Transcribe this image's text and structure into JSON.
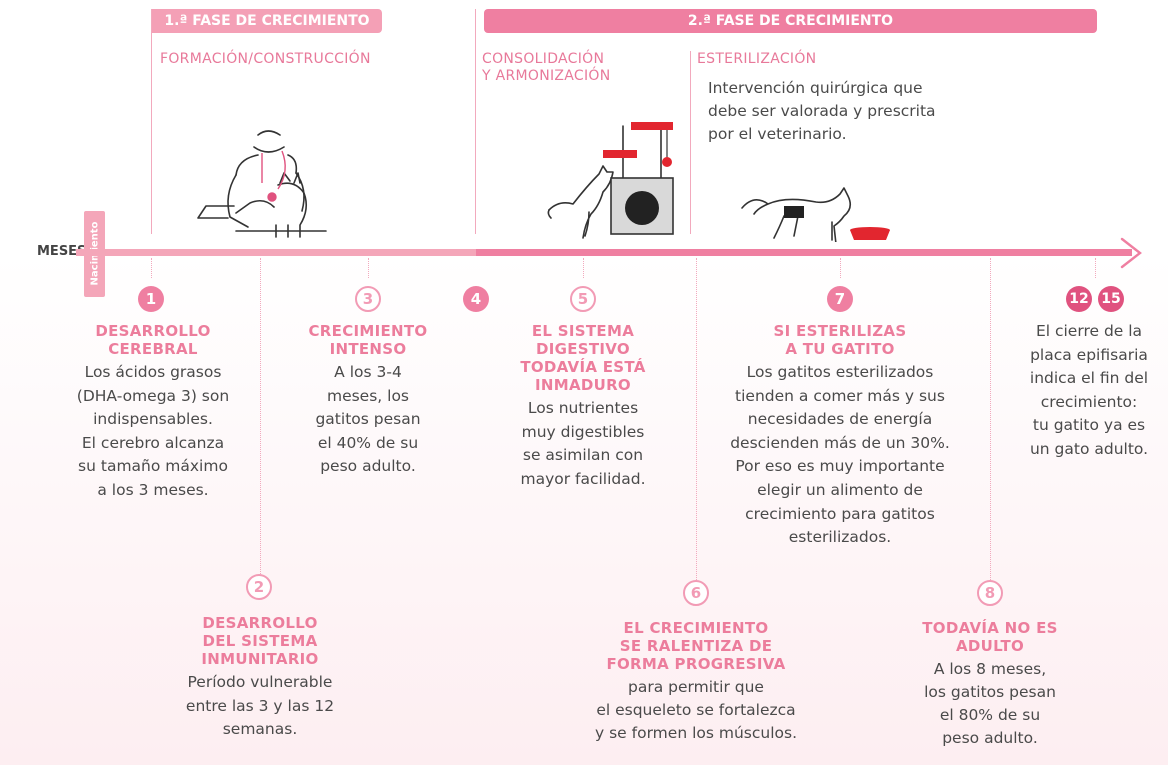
{
  "phases": {
    "phase1": {
      "banner": "1.ª FASE DE CRECIMIENTO",
      "subtitle": "FORMACIÓN/CONSTRUCCIÓN"
    },
    "phase2": {
      "banner": "2.ª FASE DE CRECIMIENTO",
      "sub_consolidation": [
        "CONSOLIDACIÓN",
        "Y ARMONIZACIÓN"
      ],
      "sub_sterilization": "ESTERILIZACIÓN"
    }
  },
  "sterilization_note": [
    "Intervención quirúrgica que",
    "debe ser valorada y prescrita",
    "por el veterinario."
  ],
  "timeline": {
    "axis_label": "MESES",
    "birth_label": "Nacimiento"
  },
  "milestones": [
    {
      "num": "1",
      "title": [
        "DESARROLLO",
        "CEREBRAL"
      ],
      "text": [
        "Los ácidos grasos",
        "(DHA-omega 3) son",
        "indispensables.",
        "El cerebro alcanza",
        "su tamaño máximo",
        "a los 3 meses."
      ]
    },
    {
      "num": "2",
      "title": [
        "DESARROLLO",
        "DEL SISTEMA",
        "INMUNITARIO"
      ],
      "text": [
        "Período vulnerable",
        "entre las 3 y las 12",
        "semanas."
      ]
    },
    {
      "num": "3",
      "title": [
        "CRECIMIENTO",
        "INTENSO"
      ],
      "text": [
        "A los 3-4",
        "meses, los",
        "gatitos pesan",
        "el 40% de su",
        "peso adulto."
      ]
    },
    {
      "num": "4",
      "title": [],
      "text": []
    },
    {
      "num": "5",
      "title": [
        "EL SISTEMA",
        "DIGESTIVO",
        "TODAVÍA ESTÁ",
        "INMADURO"
      ],
      "text": [
        "Los nutrientes",
        "muy digestibles",
        "se asimilan con",
        "mayor facilidad."
      ]
    },
    {
      "num": "6",
      "title": [
        "EL CRECIMIENTO",
        "SE RALENTIZA DE",
        "FORMA PROGRESIVA"
      ],
      "text": [
        "para permitir que",
        "el esqueleto se fortalezca",
        "y se formen los músculos."
      ]
    },
    {
      "num": "7",
      "title": [
        "SI ESTERILIZAS",
        "A TU GATITO"
      ],
      "text": [
        "Los gatitos esterilizados",
        "tienden a comer más y sus",
        "necesidades de energía",
        "descienden más de un 30%.",
        "Por eso es muy importante",
        "elegir un alimento de",
        "crecimiento para gatitos",
        "esterilizados."
      ]
    },
    {
      "num": "8",
      "title": [
        "TODAVÍA NO ES",
        "ADULTO"
      ],
      "text": [
        "A los 8 meses,",
        "los gatitos pesan",
        "el 80% de su",
        "peso adulto."
      ]
    },
    {
      "num": "12",
      "title": [],
      "text": [
        "El cierre de la",
        "placa epifisaria",
        "indica el fin del",
        "crecimiento:",
        "tu gatito ya es",
        "un gato adulto."
      ]
    },
    {
      "num": "15",
      "title": [],
      "text": []
    }
  ],
  "colors": {
    "pink_light": "#f4a6b9",
    "pink": "#ef7fa1",
    "pink_dark": "#e0527f",
    "text": "#4a4a4a"
  },
  "icons": [
    "cat-feeding-person-illustration",
    "cat-scratching-tree-illustration",
    "cat-food-bowl-illustration",
    "arrow-right-icon"
  ]
}
